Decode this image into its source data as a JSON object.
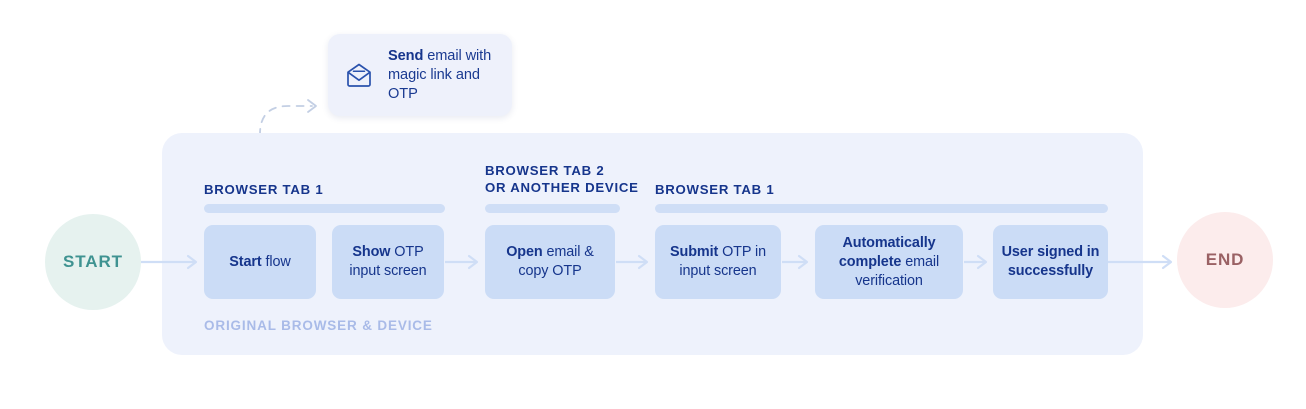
{
  "colors": {
    "page_background": "#ffffff",
    "lane_background": "#eef2fc",
    "step_box": "#cbdcf6",
    "group_bar": "#cfdef6",
    "text_navy": "#16358c",
    "footer_label": "#a9bbe8",
    "email_card": "#eef1fb",
    "start_circle": "#e6f2ef",
    "start_text": "#3f9391",
    "end_circle": "#fcecec",
    "end_text": "#9a6164",
    "arrow": "#cfdef6"
  },
  "email_card": {
    "icon": "envelope-open-icon",
    "text_bold": "Send",
    "text_rest": " email with magic link and OTP"
  },
  "terminals": {
    "start_label": "START",
    "end_label": "END"
  },
  "lane": {
    "footer_label": "ORIGINAL BROWSER & DEVICE"
  },
  "groups": [
    {
      "title": "BROWSER TAB 1"
    },
    {
      "title": "BROWSER TAB 2\nOR ANOTHER DEVICE"
    },
    {
      "title": "BROWSER TAB 1"
    }
  ],
  "steps": [
    {
      "bold": "Start",
      "rest": " flow"
    },
    {
      "bold": "Show",
      "rest": " OTP input screen"
    },
    {
      "bold": "Open",
      "rest": " email & copy OTP"
    },
    {
      "bold": "Submit",
      "rest": " OTP in input screen"
    },
    {
      "bold": "Automatically complete",
      "rest": " email verification"
    },
    {
      "bold": "User signed in successfully",
      "rest": ""
    }
  ]
}
